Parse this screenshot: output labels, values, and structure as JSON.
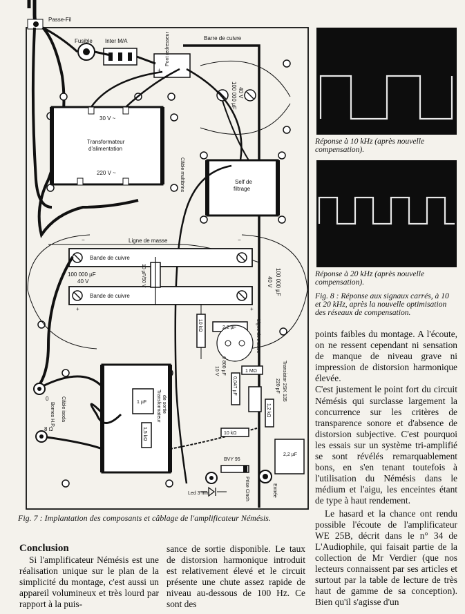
{
  "diagram": {
    "labels": {
      "passe_fil": "Passe-Fil",
      "fusible": "Fusible",
      "inter": "Inter M/A",
      "pont": "Pont redresseur",
      "barre": "Barre de cuivre",
      "cap_top_value": "100 000 µF",
      "cap_top_volt": "40 V",
      "v30": "30 V ~",
      "transfo_alim_1": "Transformateur",
      "transfo_alim_2": "d'alimentation",
      "v220": "220 V ~",
      "cable_multibrins": "Câble multibrins",
      "self_1": "Self de",
      "self_2": "filtrage",
      "ligne_masse": "Ligne de masse",
      "bande1": "Bande de cuivre",
      "bande2": "Bande de cuivre",
      "cap_left_value": "100 000 µF",
      "cap_left_volt": "40 V",
      "cap_10uf": "10 µF/50 V",
      "cap_right_value": "100 000 µF",
      "cap_right_volt": "40 V",
      "r10k_a": "10 kΩ",
      "c22a": "2,2 µF",
      "ligne_masse2": "Ligne de masse",
      "c6800": "6 800 µF",
      "c6800v": "10 V",
      "r1m": "1 MΩ",
      "transistor": "Transistor 2SK 135",
      "c047": "0,047 µF",
      "c220": "220 pF",
      "r12k": "1,2 kΩ",
      "c1uf": "1 µF",
      "r15k": "1,5 kΩ",
      "transfo_sortie_1": "Transformateur",
      "transfo_sortie_2": "de sortie",
      "cable_isoda": "Câble isoda",
      "bornes_hp": "Bornes H.P.",
      "zero": "0",
      "eight_ohm": "8 Ω",
      "r10k_b": "10 kΩ",
      "c22b": "2,2 µF",
      "bvy": "BVY 95",
      "prise_cinch": "Prise Cinch",
      "entree": "Entrée",
      "led": "Led 3 mm",
      "plus": "+",
      "minus": "−"
    }
  },
  "figures": {
    "fig7_caption": "Fig. 7 : Implantation des composants et câblage de l'amplificateur Némésis.",
    "scope1_caption": "Réponse à 10 kHz (après nouvelle compensation).",
    "scope2_caption": "Réponse à 20 kHz (après nouvelle compensation).",
    "fig8_caption": "Fig. 8 : Réponse aux signaux carrés, à 10 et 20 kHz, après la nouvelle optimisation des réseaux de compensation."
  },
  "text": {
    "heading": "Conclusion",
    "col1": "Si l'amplificateur Némésis est une réalisation unique sur le plan de la simplicité du montage, c'est aussi un appareil volumineux et très lourd par rapport à la puis-",
    "col2": "sance de sortie disponible. Le taux de distorsion harmonique introduit est relativement élevé et le circuit présente une chute assez rapide de niveau au-dessous de 100 Hz. Ce sont des",
    "col3_p1": "points faibles du montage. A l'écoute, on ne ressent cependant ni sensation de manque de niveau grave ni impression de distorsion harmonique élevée.",
    "col3_p2": "C'est justement le point fort du circuit Némésis qui surclasse largement la concurrence sur les critères de transparence sonore et d'absence de distorsion subjective. C'est pourquoi les essais sur un système tri-amplifié se sont révélés remarquablement bons, en s'en tenant toutefois à l'utilisation du Némésis dans le médium et l'aigu, les enceintes étant de type à haut rendement.",
    "col3_p3": "Le hasard et la chance ont rendu possible l'écoute de l'amplificateur WE 25B, décrit dans le n° 34 de L'Audiophile, qui faisait partie de la collection de Mr Verdier (que nos lecteurs connaissent par ses articles et surtout par la table de lecture de très haut de gamme de sa conception). Bien qu'il s'agisse d'un"
  }
}
